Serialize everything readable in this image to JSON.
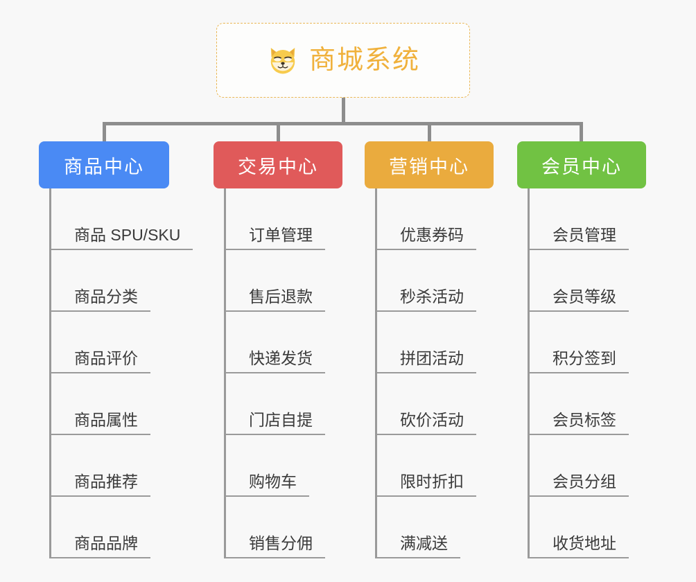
{
  "root": {
    "title": "商城系统",
    "icon": "shiba-dog-icon",
    "border_color": "#eab755",
    "text_color": "#f0b13c",
    "background": "#fdfdfc"
  },
  "canvas": {
    "background": "#f8f8f8",
    "connector_color": "#8d8d8d"
  },
  "branches": [
    {
      "id": "product-center",
      "label": "商品中心",
      "color": "#4a8af4",
      "leaves": [
        "商品 SPU/SKU",
        "商品分类",
        "商品评价",
        "商品属性",
        "商品推荐",
        "商品品牌"
      ]
    },
    {
      "id": "trade-center",
      "label": "交易中心",
      "color": "#e05a5a",
      "leaves": [
        "订单管理",
        "售后退款",
        "快递发货",
        "门店自提",
        "购物车",
        "销售分佣"
      ]
    },
    {
      "id": "marketing-center",
      "label": "营销中心",
      "color": "#eaab3e",
      "leaves": [
        "优惠券码",
        "秒杀活动",
        "拼团活动",
        "砍价活动",
        "限时折扣",
        "满减送"
      ]
    },
    {
      "id": "member-center",
      "label": "会员中心",
      "color": "#71c243",
      "leaves": [
        "会员管理",
        "会员等级",
        "积分签到",
        "会员标签",
        "会员分组",
        "收货地址"
      ]
    }
  ]
}
